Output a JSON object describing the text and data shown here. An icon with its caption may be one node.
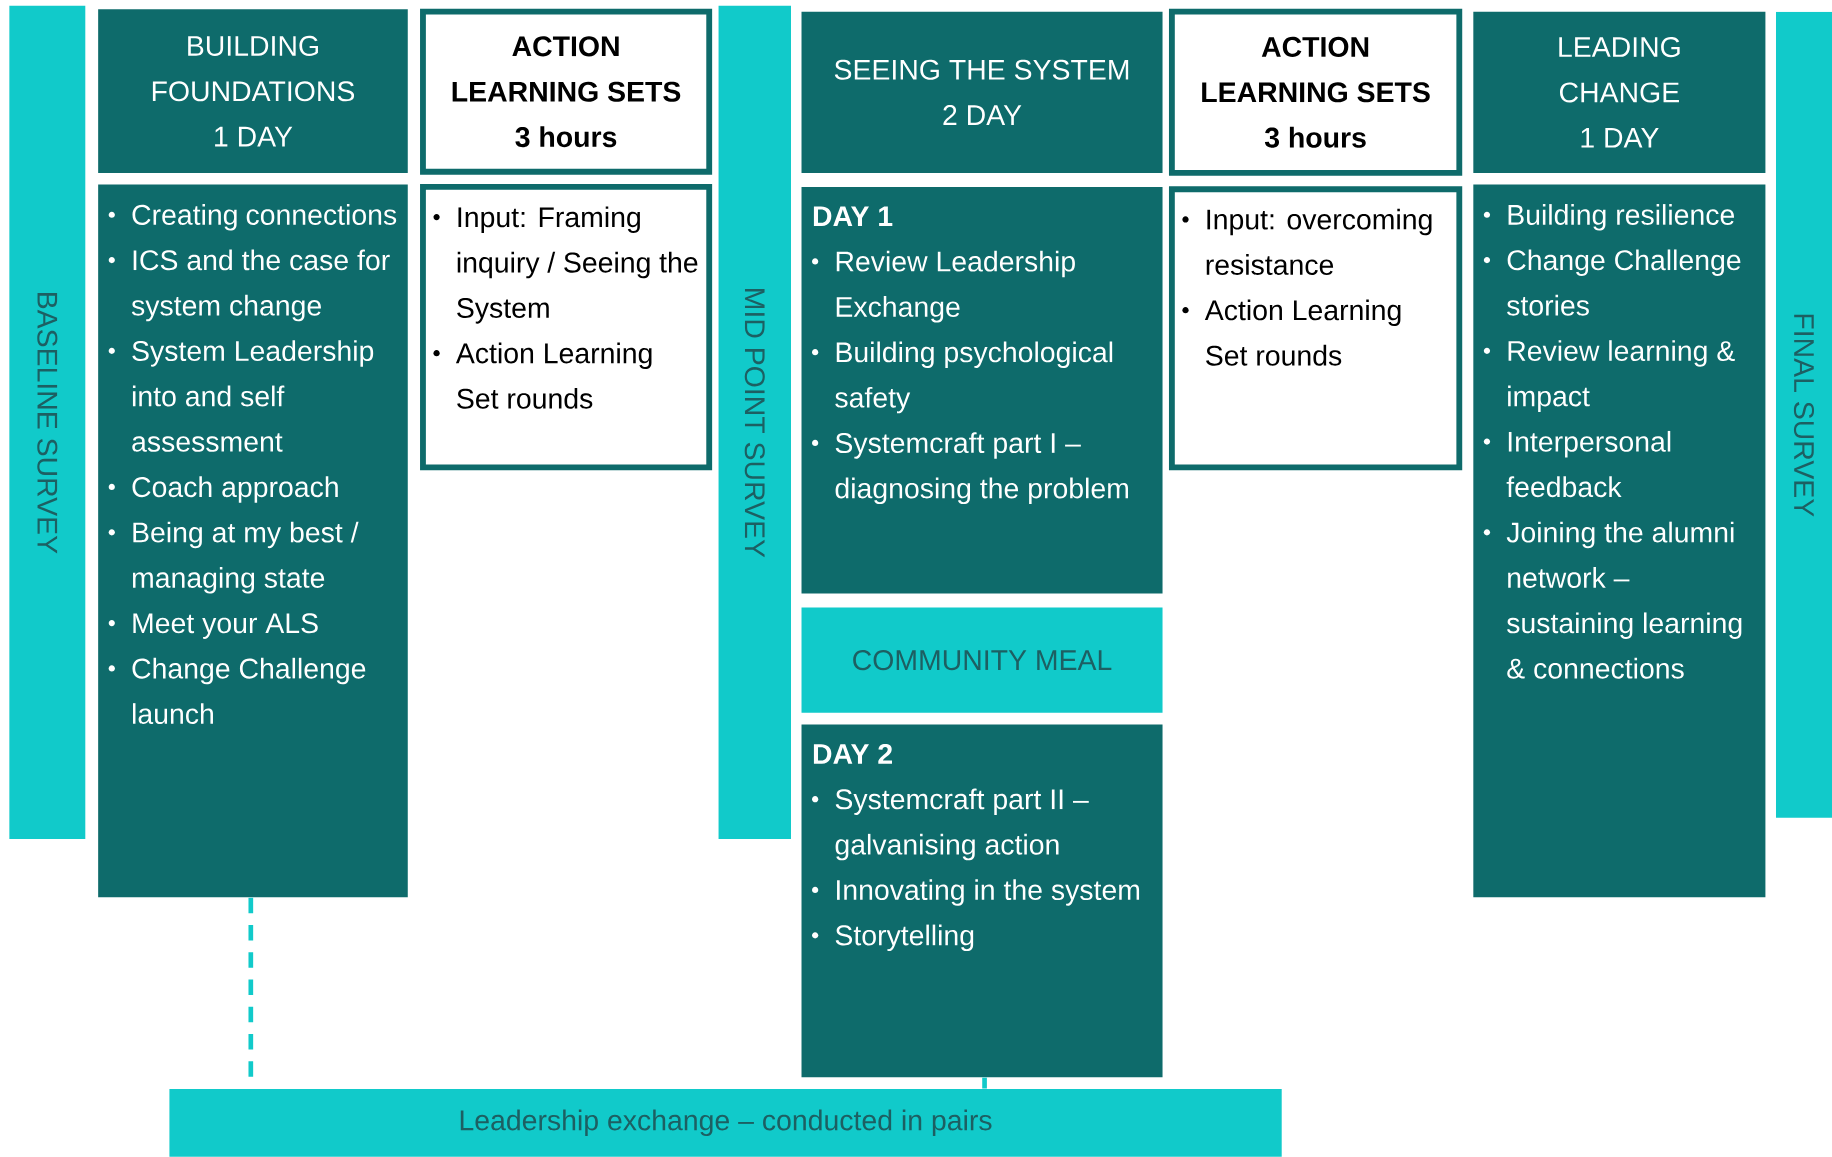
{
  "diagram": {
    "nodes": [
      {
        "text": [
          "BASELINE SURVEY"
        ]
      },
      {
        "text": [
          "BUILDING FOUNDATIONS",
          "1 DAY"
        ]
      },
      {
        "text": [
          "Creating connections",
          "ICS and the case for system change",
          "System Leadership into and self assessment",
          "Coach approach",
          "Being at my best / managing state",
          "Meet your ALS",
          "Change Challenge launch"
        ]
      },
      {
        "text": [
          "ACTION LEARNING SETS",
          "3 hours"
        ]
      },
      {
        "text": [
          "Input: Framing inquiry / Seeing the System",
          "Action Learning Set rounds"
        ]
      },
      {
        "text": [
          "MID POINT SURVEY"
        ]
      },
      {
        "text": [
          "SEEING THE SYSTEM",
          "2 DAY"
        ]
      },
      {
        "text": [
          "DAY 1",
          "Review Leadership Exchange",
          "Building psychological safety",
          "Systemcraft part I – diagnosing the problem"
        ]
      },
      {
        "text": [
          "COMMUNITY MEAL"
        ]
      },
      {
        "text": [
          "DAY 2",
          "Systemcraft part II – galvanising action",
          "Innovating in the system",
          "Storytelling"
        ]
      },
      {
        "text": [
          "ACTION LEARNING SETS",
          "3 hours"
        ]
      },
      {
        "text": [
          "Input: overcoming resistance",
          "Action Learning Set rounds"
        ]
      },
      {
        "text": [
          "LEADING CHANGE",
          "1 DAY"
        ]
      },
      {
        "text": [
          "Building resilience",
          "Change Challenge stories",
          "Review learning & impact",
          "Interpersonal feedback",
          "Joining the alumni network – sustaining learning & connections"
        ]
      },
      {
        "text": [
          "FINAL SURVEY"
        ]
      },
      {
        "text": [
          "Leadership exchange – conducted in pairs"
        ]
      }
    ],
    "edges": [
      {
        "from": 2,
        "to": 15,
        "arrow": "none",
        "style": "dashed"
      },
      {
        "from": 9,
        "to": 15,
        "arrow": "none",
        "style": "dashed"
      }
    ]
  }
}
